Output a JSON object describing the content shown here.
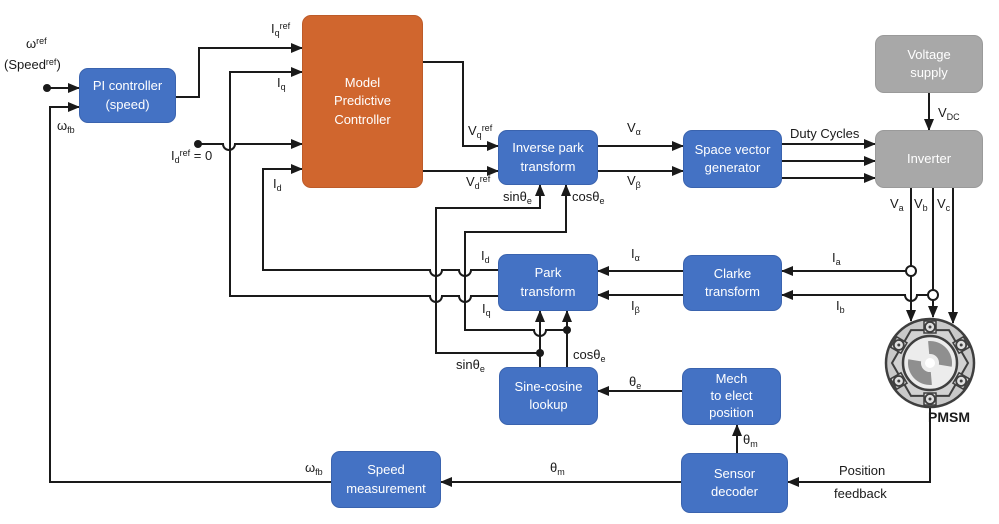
{
  "diagram_type": "control-block-diagram",
  "colors": {
    "block_blue": "#4472C4",
    "block_orange": "#D0662E",
    "block_gray": "#A8A8A8",
    "wire": "#1a1a1a",
    "block_text": "#ffffff",
    "label_text": "#1a1a1a",
    "background": "#ffffff"
  },
  "blocks": {
    "pi_controller": {
      "label": "PI controller\n(speed)"
    },
    "mpc": {
      "label": "Model\nPredictive\nController"
    },
    "inverse_park": {
      "label": "Inverse park\ntransform"
    },
    "space_vector": {
      "label": "Space vector\ngenerator"
    },
    "voltage_supply": {
      "label": "Voltage\nsupply"
    },
    "inverter": {
      "label": "Inverter"
    },
    "park": {
      "label": "Park\ntransform"
    },
    "clarke": {
      "label": "Clarke\ntransform"
    },
    "sine_cosine": {
      "label": "Sine-cosine\nlookup"
    },
    "mech_to_elect": {
      "label": "Mech\nto elect\nposition"
    },
    "sensor_decoder": {
      "label": "Sensor\ndecoder"
    },
    "speed_measurement": {
      "label": "Speed\nmeasurement"
    },
    "pmsm": {
      "label": "PMSM"
    }
  },
  "signals": {
    "omega_ref": {
      "base": "ω",
      "sup": "ref"
    },
    "speed_ref": {
      "pre": "(Speed",
      "sup": "ref",
      "post": ")"
    },
    "omega_fb_pi": {
      "base": "ω",
      "sub": "fb"
    },
    "iq_ref": {
      "base": "I",
      "sub": "q",
      "sup": "ref"
    },
    "iq_in": {
      "base": "I",
      "sub": "q"
    },
    "id_ref": {
      "base": "I",
      "sub": "d",
      "sup": "ref",
      "post": " = 0"
    },
    "id_in": {
      "base": "I",
      "sub": "d"
    },
    "vq_ref": {
      "base": "V",
      "sub": "q",
      "sup": "ref"
    },
    "vd_ref": {
      "base": "V",
      "sub": "d",
      "sup": "ref"
    },
    "sin_inverse": {
      "base": "sinθ",
      "sub": "e"
    },
    "cos_inverse": {
      "base": "cosθ",
      "sub": "e"
    },
    "v_alpha": {
      "base": "V",
      "sub": "α"
    },
    "v_beta": {
      "base": "V",
      "sub": "β"
    },
    "duty_cycles": {
      "base": "Duty Cycles"
    },
    "v_dc": {
      "base": "V",
      "sub": "DC"
    },
    "v_a": {
      "base": "V",
      "sub": "a"
    },
    "v_b": {
      "base": "V",
      "sub": "b"
    },
    "v_c": {
      "base": "V",
      "sub": "c"
    },
    "i_a": {
      "base": "I",
      "sub": "a"
    },
    "i_b": {
      "base": "I",
      "sub": "b"
    },
    "i_alpha": {
      "base": "I",
      "sub": "α"
    },
    "i_beta": {
      "base": "I",
      "sub": "β"
    },
    "id_park": {
      "base": "I",
      "sub": "d"
    },
    "iq_park": {
      "base": "I",
      "sub": "q"
    },
    "sin_park": {
      "base": "sinθ",
      "sub": "e"
    },
    "cos_park": {
      "base": "cosθ",
      "sub": "e"
    },
    "theta_e": {
      "base": "θ",
      "sub": "e"
    },
    "theta_m_vert": {
      "base": "θ",
      "sub": "m"
    },
    "theta_m_horz": {
      "base": "θ",
      "sub": "m"
    },
    "omega_fb_sm": {
      "base": "ω",
      "sub": "fb"
    },
    "position_line1": {
      "base": "Position"
    },
    "position_line2": {
      "base": "feedback"
    }
  }
}
